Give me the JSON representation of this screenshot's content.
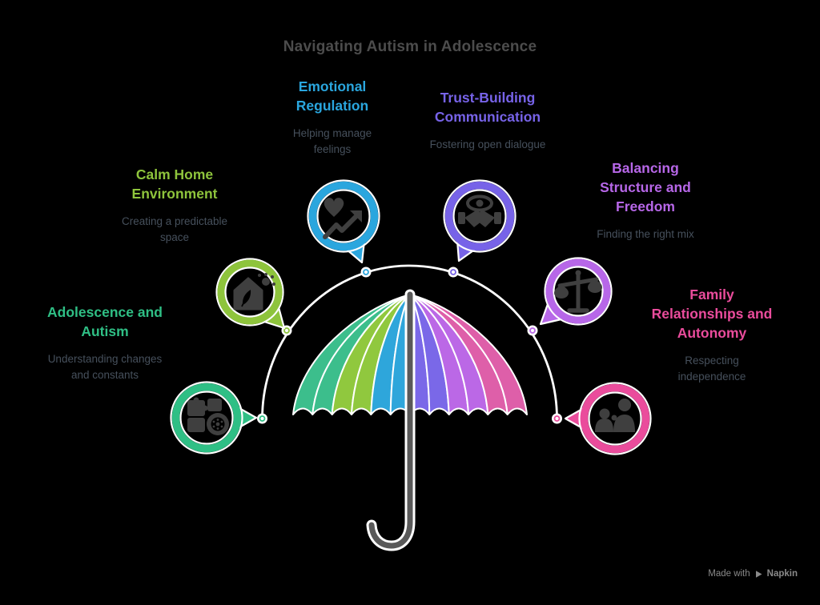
{
  "title": "Navigating Autism in Adolescence",
  "topics": [
    {
      "id": "emotional-regulation",
      "label": "Emotional\nRegulation",
      "desc": "Helping manage\nfeelings",
      "color": "#2AA6DE"
    },
    {
      "id": "trust-building-communication",
      "label": "Trust-Building\nCommunication",
      "desc": "Fostering open dialogue",
      "color": "#7763E8"
    },
    {
      "id": "calm-home-environment",
      "label": "Calm Home\nEnvironment",
      "desc": "Creating a predictable\nspace",
      "color": "#8EC43C"
    },
    {
      "id": "adolescence-and-autism",
      "label": "Adolescence and\nAutism",
      "desc": "Understanding changes\nand constants",
      "color": "#2FBF85"
    },
    {
      "id": "balancing-structure-freedom",
      "label": "Balancing\nStructure and\nFreedom",
      "desc": "Finding the right mix",
      "color": "#B767E8"
    },
    {
      "id": "family-relationships-autonomy",
      "label": "Family\nRelationships and\nAutonomy",
      "desc": "Respecting\nindependence",
      "color": "#EA4C9C"
    }
  ],
  "umbrella": {
    "colors": [
      "#3CBE8C",
      "#90C83E",
      "#2EA6DB",
      "#7A68E8",
      "#BB68E6",
      "#DE5FA9"
    ],
    "handle_color": "#595959",
    "arc_color": "#FFFFFF"
  },
  "icons": [
    "heart-trend-icon",
    "eye-handshake-icon",
    "house-leaf-sun-icon",
    "puzzle-clock-icon",
    "balance-scale-icon",
    "family-figures-icon"
  ],
  "theme": {
    "background": "#000000",
    "title_color": "#4C4C4C",
    "desc_color": "#46505C",
    "icon_color": "#3F3F3F",
    "footer_color": "#8A8A8A"
  },
  "footer": {
    "made_with": "Made with",
    "brand": "Napkin"
  }
}
